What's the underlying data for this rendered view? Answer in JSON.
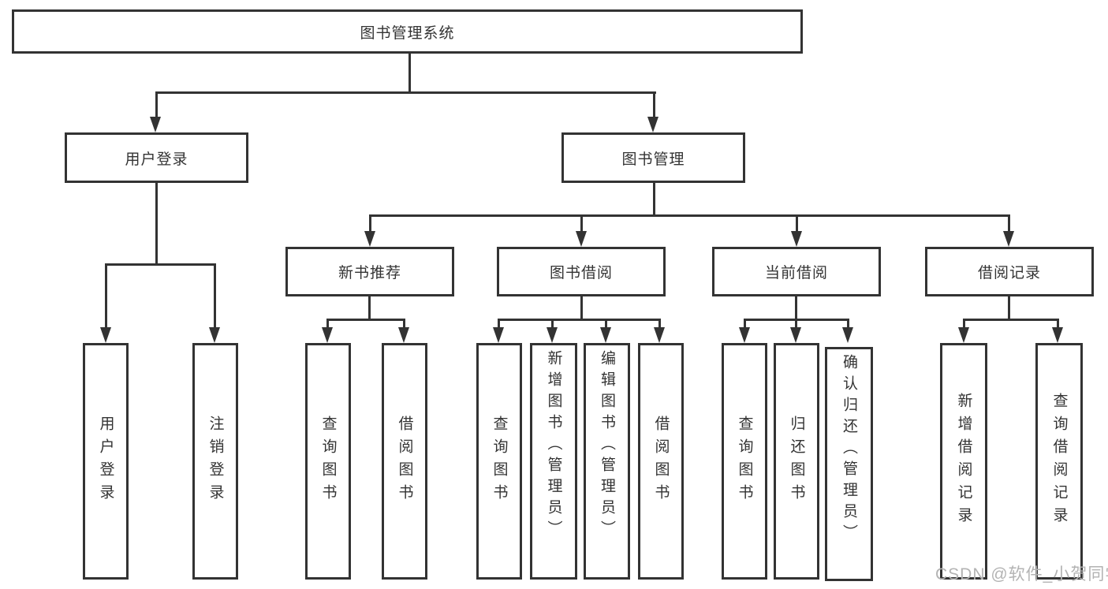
{
  "diagram": {
    "root": {
      "label": "图书管理系统"
    },
    "level2": [
      {
        "label": "用户登录"
      },
      {
        "label": "图书管理"
      }
    ],
    "level3": [
      {
        "label": "新书推荐"
      },
      {
        "label": "图书借阅"
      },
      {
        "label": "当前借阅"
      },
      {
        "label": "借阅记录"
      }
    ],
    "leaves": {
      "user": [
        {
          "label": "用户登录"
        },
        {
          "label": "注销登录"
        }
      ],
      "newbook": [
        {
          "label": "查询图书"
        },
        {
          "label": "借阅图书"
        }
      ],
      "borrow": [
        {
          "label": "查询图书"
        },
        {
          "label": "新增图书（管理员）"
        },
        {
          "label": "编辑图书（管理员）"
        },
        {
          "label": "借阅图书"
        }
      ],
      "current": [
        {
          "label": "查询图书"
        },
        {
          "label": "归还图书"
        },
        {
          "label": "确认归还（管理员）"
        }
      ],
      "records": [
        {
          "label": "新增借阅记录"
        },
        {
          "label": "查询借阅记录"
        }
      ]
    }
  },
  "watermark": {
    "text": "CSDN @软件_小贺同学"
  },
  "colors": {
    "line": "#333333",
    "text": "#333333",
    "watermark": "#b3b3b3",
    "background": "#ffffff"
  }
}
